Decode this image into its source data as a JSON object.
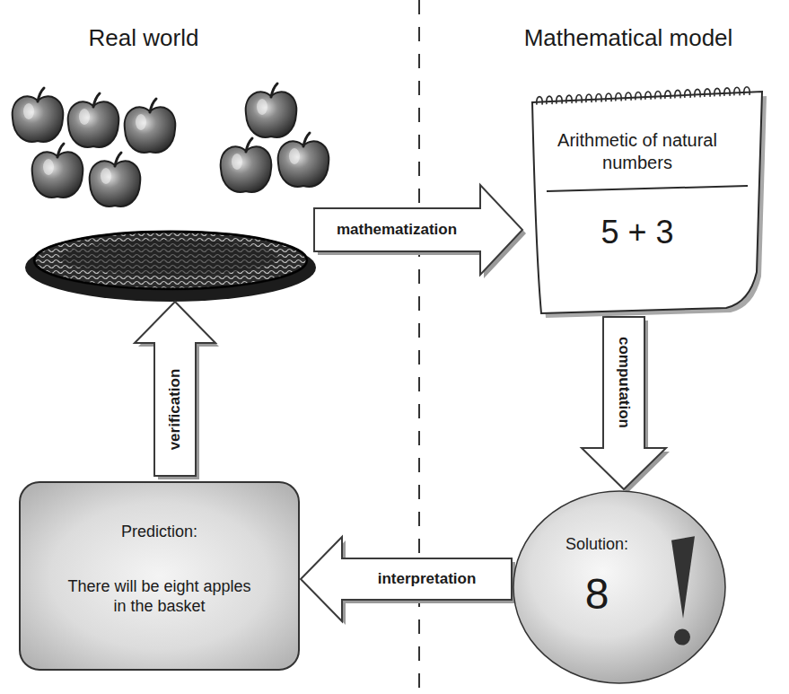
{
  "diagram": {
    "nodes": [
      {
        "text": [
          "Arithmetic of natural numbers",
          "5 + 3"
        ]
      },
      {
        "text": [
          "Prediction:",
          "There will be eight apples in the basket"
        ]
      },
      {
        "text": [
          "Solution:",
          "8"
        ]
      }
    ],
    "edges": [
      {
        "from": 0,
        "to": 2,
        "arrow": "to",
        "label": "computation"
      },
      {
        "from": 2,
        "to": 1,
        "arrow": "to",
        "label": "interpretation"
      }
    ],
    "labels": [
      "Real world",
      "Mathematical model",
      "mathematization",
      "verification"
    ]
  }
}
